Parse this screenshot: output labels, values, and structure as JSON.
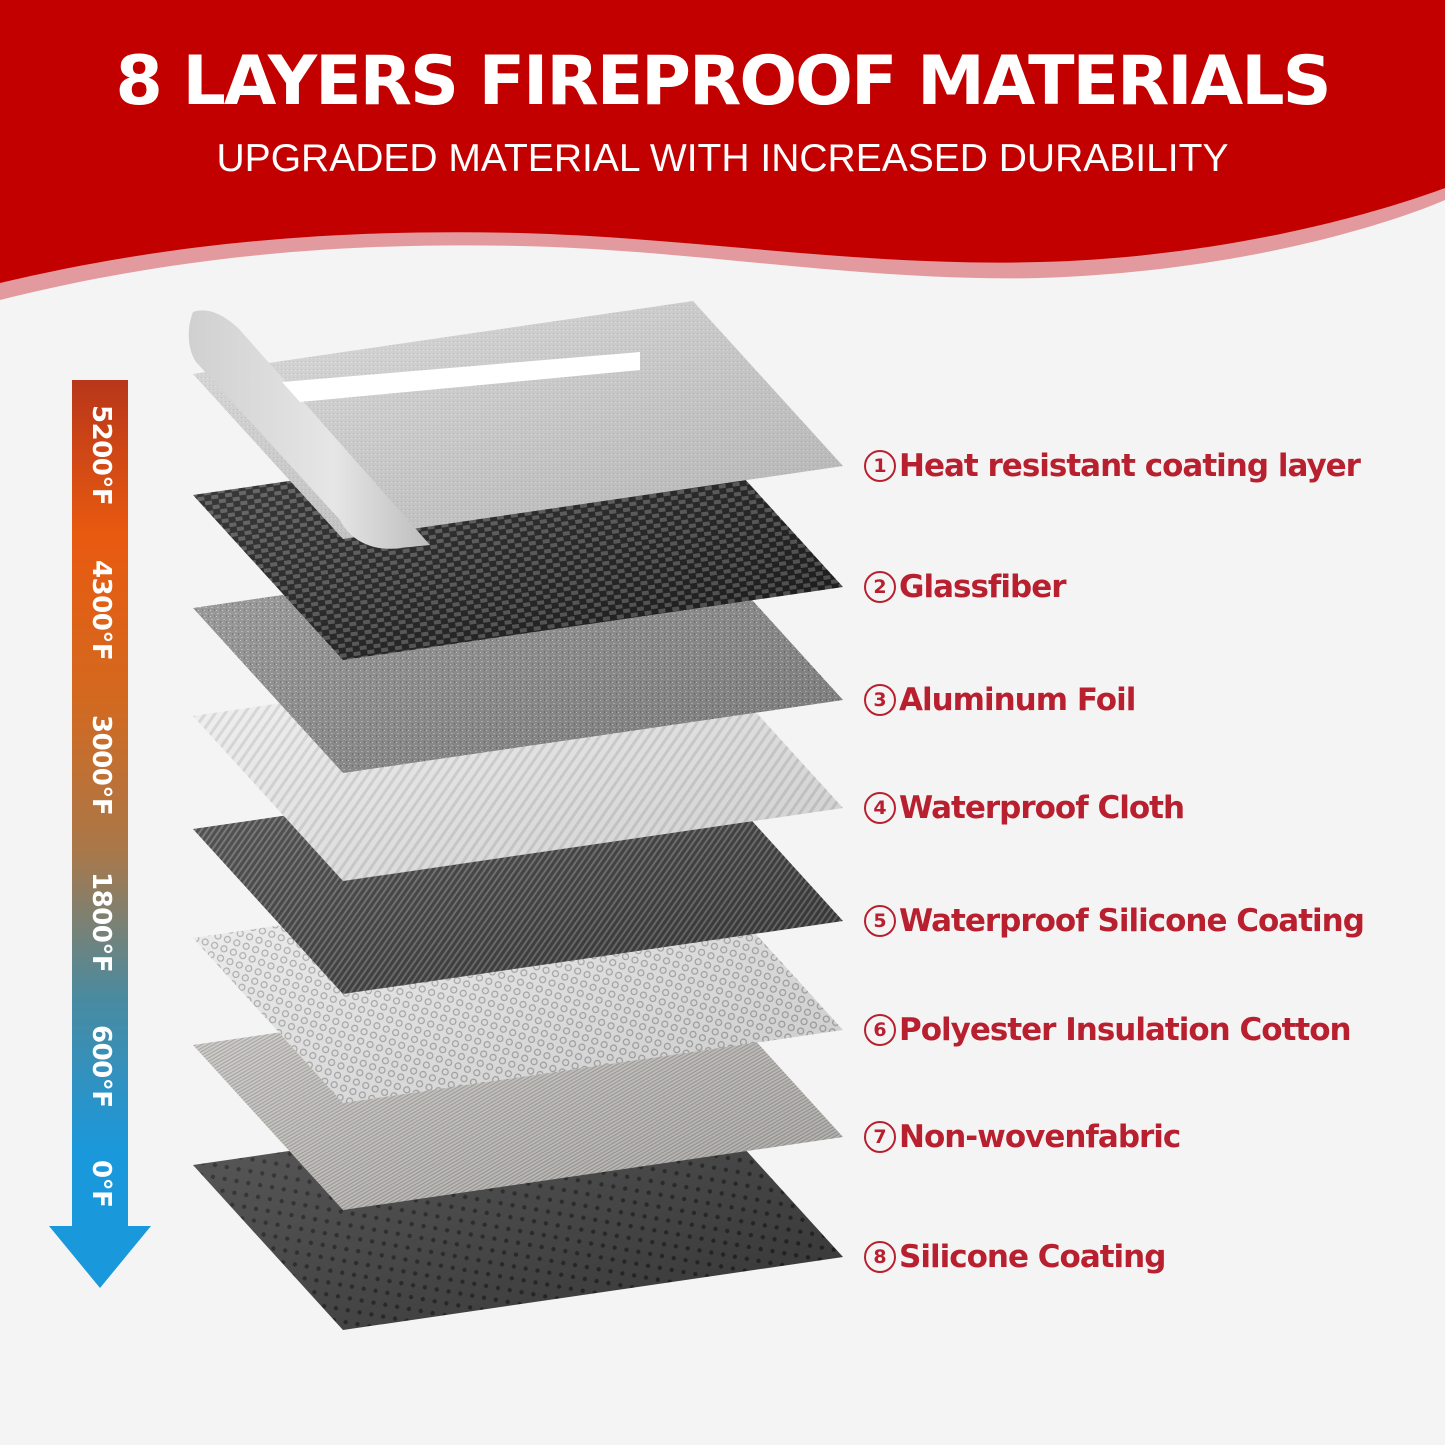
{
  "header": {
    "title": "8 LAYERS FIREPROOF MATERIALS",
    "subtitle": "UPGRADED MATERIAL WITH INCREASED DURABILITY"
  },
  "colors": {
    "banner_red": "#c20000",
    "banner_edge_pink": "#e39a9e",
    "background": "#f4f4f4",
    "label_red": "#b8202f",
    "scale_top": "#b8361a",
    "scale_orange": "#e85a10",
    "scale_brown": "#a9784a",
    "scale_blue": "#1a98dc"
  },
  "temperature_scale": {
    "direction": "high-to-low (arrow pointing down)",
    "ticks": [
      "5200°F",
      "4300°F",
      "3000°F",
      "1800°F",
      "600°F",
      "0°F"
    ]
  },
  "layers": [
    {
      "number": "1",
      "name": "Heat resistant coating layer",
      "texture": "light-grey-textile-curled",
      "base_color": "#d6d6d6"
    },
    {
      "number": "2",
      "name": "Glassfiber",
      "texture": "black-houndstooth-weave",
      "base_color": "#2a2a2a"
    },
    {
      "number": "3",
      "name": "Aluminum Foil",
      "texture": "grainy-metallic",
      "base_color": "#8e8e8e"
    },
    {
      "number": "4",
      "name": "Waterproof Cloth",
      "texture": "white-diagonal-twill",
      "base_color": "#ececec"
    },
    {
      "number": "5",
      "name": "Waterproof Silicone Coating",
      "texture": "dark-grey-twill",
      "base_color": "#4a4a4a"
    },
    {
      "number": "6",
      "name": "Polyester Insulation Cotton",
      "texture": "white-lattice",
      "base_color": "#dedede"
    },
    {
      "number": "7",
      "name": "Non-wovenfabric",
      "texture": "light-grey-linen",
      "base_color": "#c4c2c0"
    },
    {
      "number": "8",
      "name": "Silicone Coating",
      "texture": "dark-dotted",
      "base_color": "#3c3c3c"
    }
  ]
}
